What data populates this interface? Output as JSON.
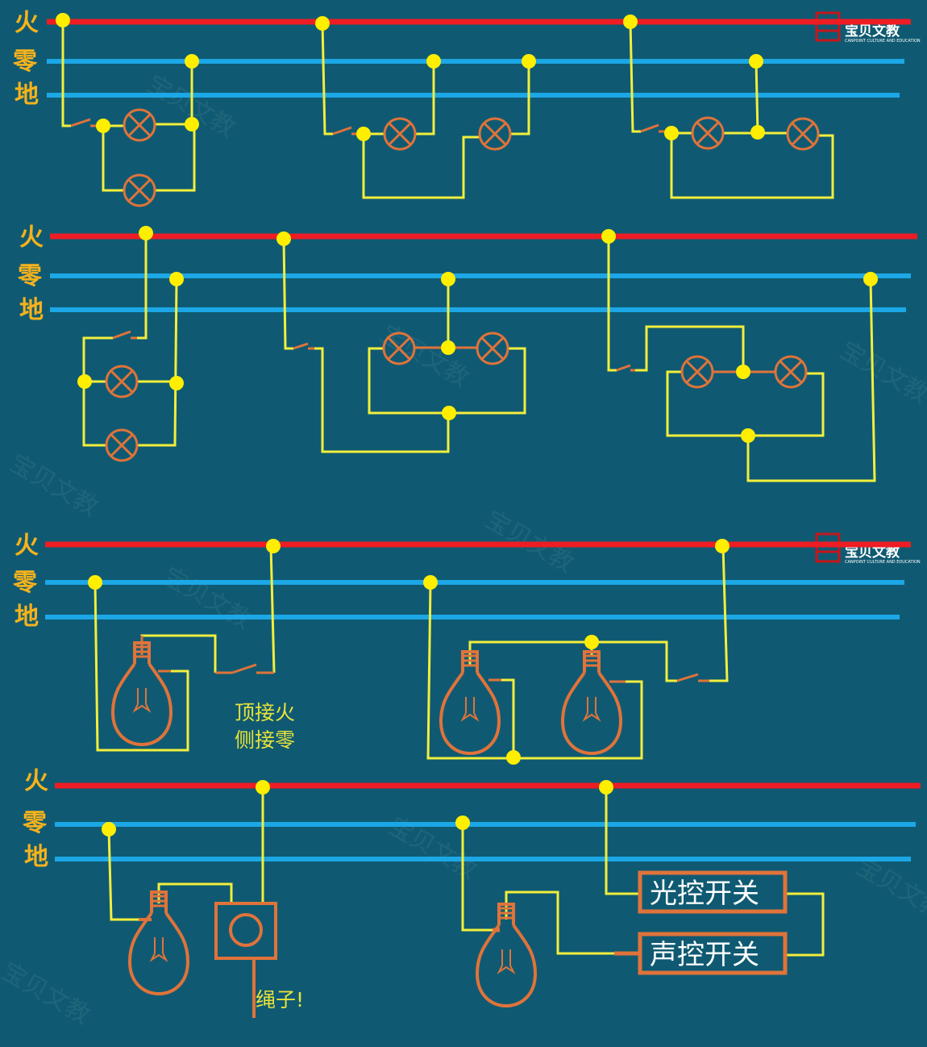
{
  "rails": {
    "fire": "火",
    "neutral": "零",
    "ground": "地"
  },
  "notes": {
    "top_fire_side_neutral_line1": "顶接火",
    "top_fire_side_neutral_line2": "侧接零",
    "rope": "绳子!"
  },
  "boxes": {
    "light_switch": "光控开关",
    "sound_switch": "声控开关"
  },
  "brand": {
    "name": "宝贝文教",
    "tagline": "CANPOINT CULTURE AND EDUCATION"
  },
  "colors": {
    "background": "#0f5a72",
    "live": "#ee1c24",
    "neutral": "#1ca7e6",
    "wire": "#f2ee3c",
    "lamp": "#e0733a",
    "junction": "#ffee00",
    "label": "#f6b21c"
  }
}
